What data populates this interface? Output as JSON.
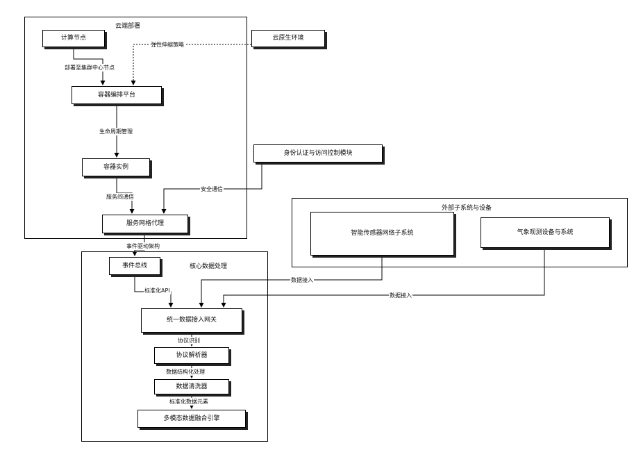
{
  "groups": {
    "cloud": "云端部署",
    "external": "外部子系统与设备",
    "core": "核心数据处理"
  },
  "nodes": {
    "compute_node": "计算节点",
    "cloud_env": "云原生环境",
    "orchestrator": "容器编排平台",
    "container_instance": "容器实例",
    "identity": "身份认证与访问控制模块",
    "service_mesh": "服务网格代理",
    "event_bus": "事件总线",
    "gateway": "统一数据接入网关",
    "protocol_parser": "协议解析器",
    "data_cleaner": "数据清洗器",
    "fusion_engine": "多模态数据融合引擎",
    "sensor_subsystem": "智能传感器网络子系统",
    "weather_device": "气象观测设备与系统"
  },
  "edges": {
    "e_compute_orch": "部署至集群中心节点",
    "e_cloudenv_orch": "弹性伸缩策略",
    "e_orch_container": "生命周期管理",
    "e_container_mesh": "服务间通信",
    "e_identity_mesh": "安全通信",
    "e_mesh_event": "事件驱动架构",
    "e_event_gateway": "标准化API",
    "e_sensor_gateway": "数据接入",
    "e_weather_gateway": "数据接入",
    "e_gateway_parser": "协议识别",
    "e_parser_cleaner": "数据结构化处理",
    "e_cleaner_fusion": "标准化数据元素"
  }
}
